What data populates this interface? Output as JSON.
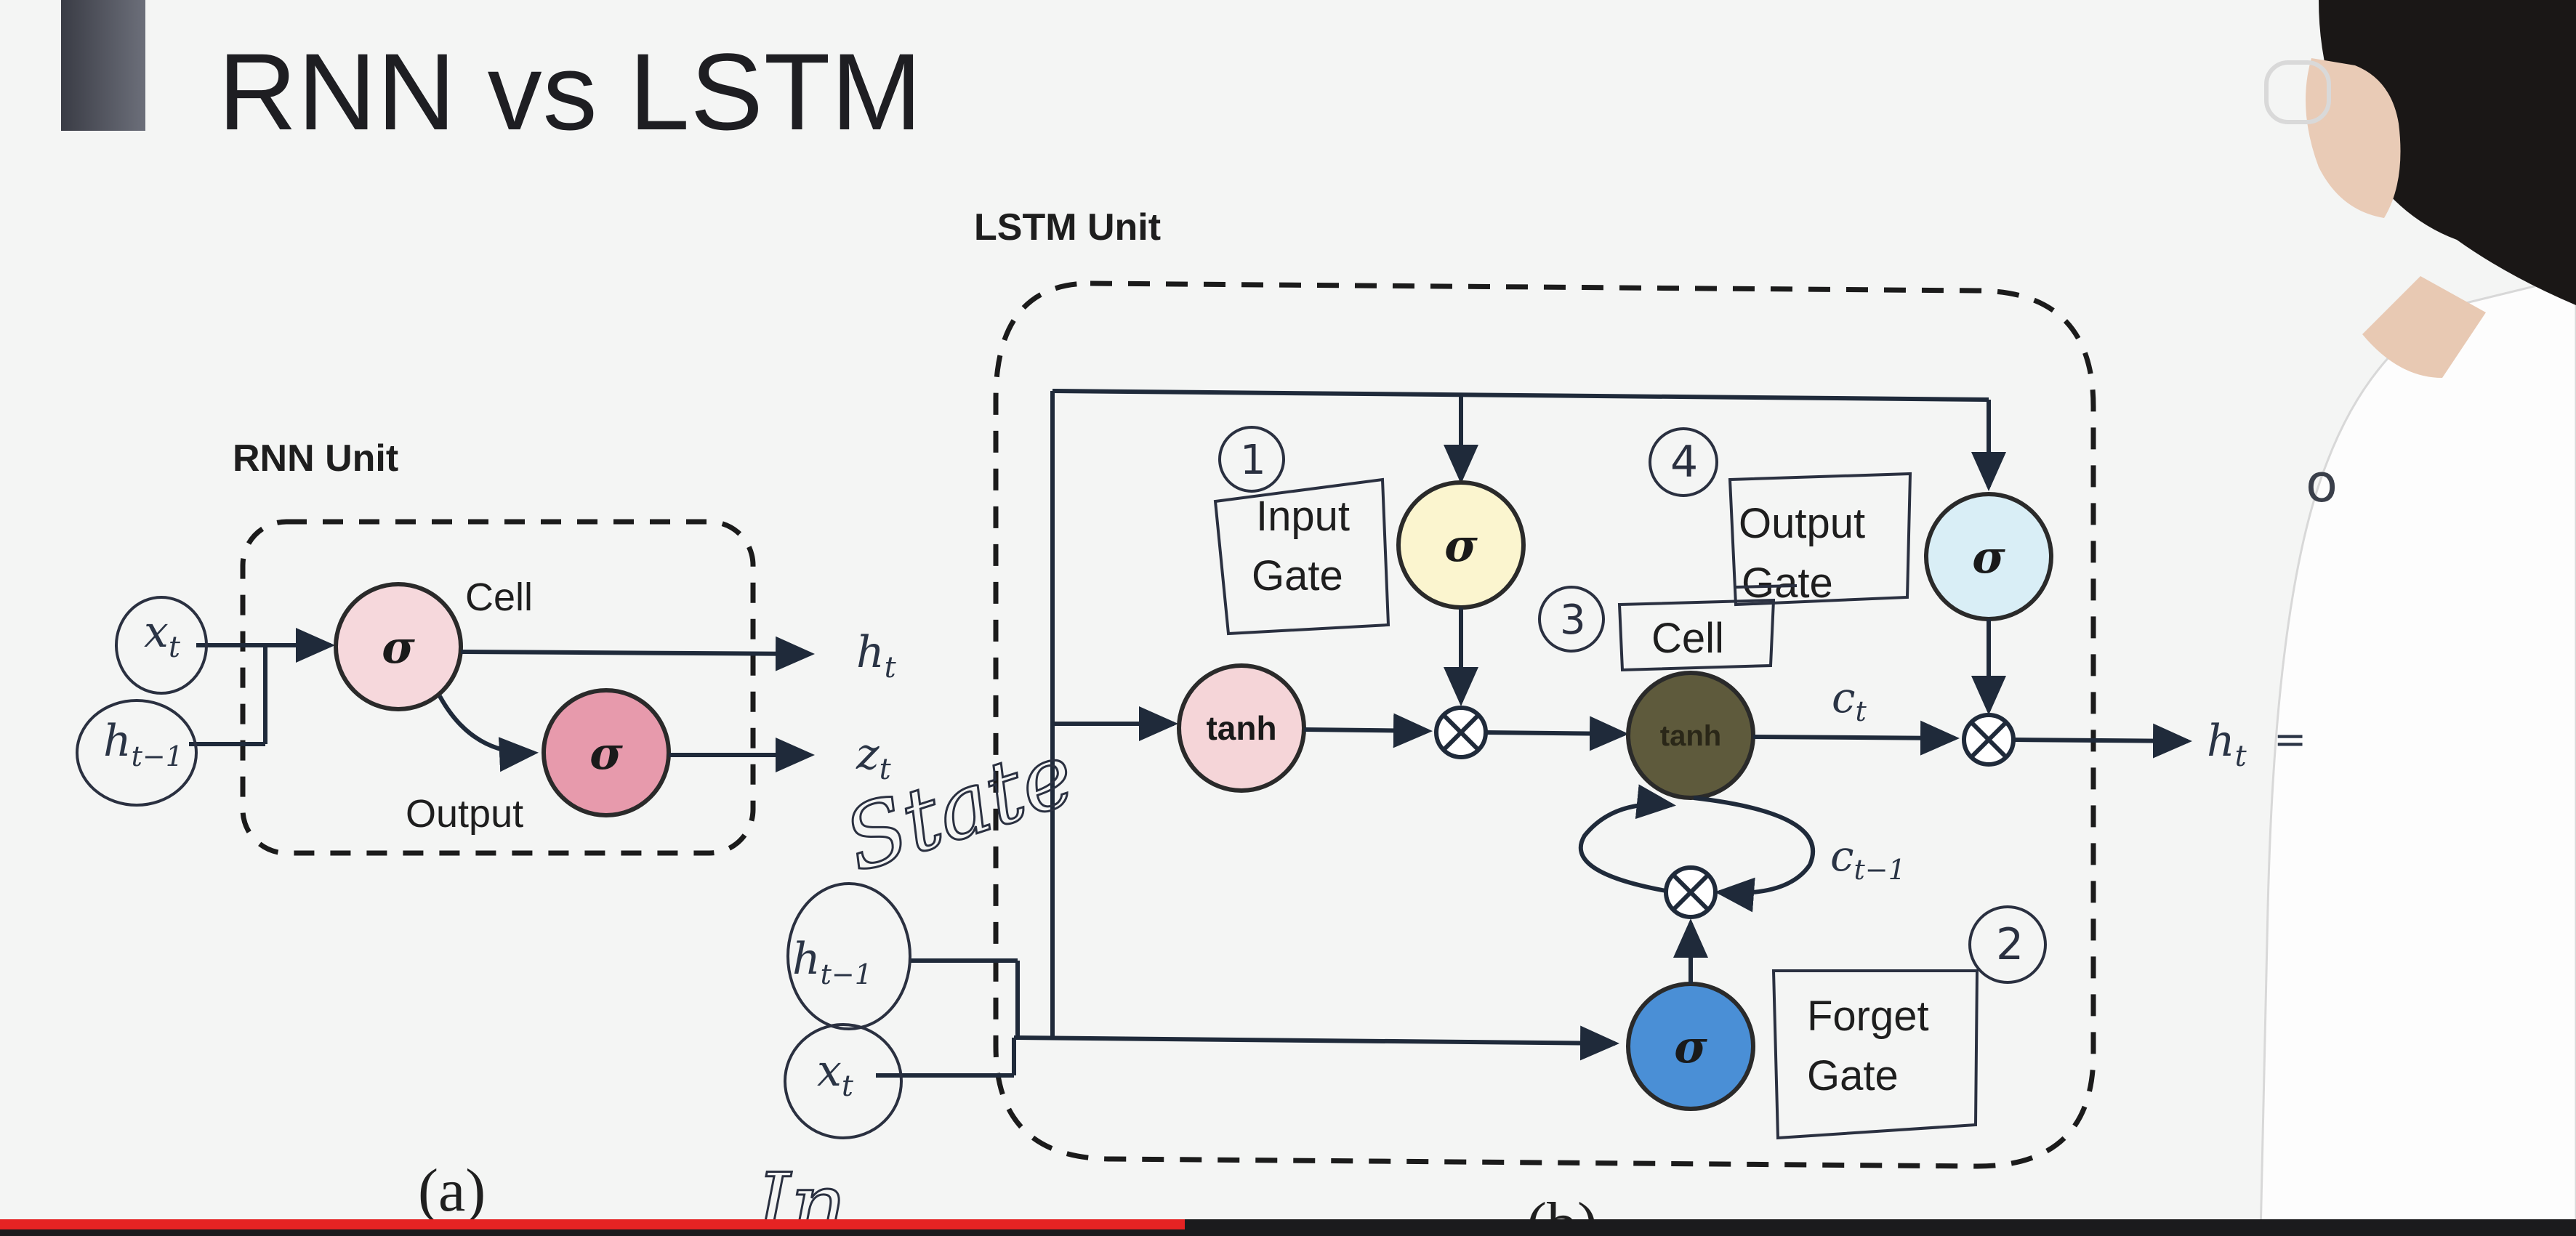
{
  "slide": {
    "title": "RNN vs LSTM"
  },
  "rnn": {
    "heading": "RNN Unit",
    "cell_label": "Cell",
    "output_label": "Output",
    "sigma": "σ",
    "in_x": "x",
    "in_x_sub": "t",
    "in_h": "h",
    "in_h_sub": "t−1",
    "out_h": "h",
    "out_h_sub": "t",
    "out_z": "z",
    "out_z_sub": "t",
    "caption": "(a)"
  },
  "lstm": {
    "heading": "LSTM Unit",
    "tanh_label": "tanh",
    "cell_tanh_label": "tanh",
    "sigma": "σ",
    "input_gate": [
      "Input",
      "Gate"
    ],
    "output_gate": [
      "Output",
      "Gate"
    ],
    "forget_gate": [
      "Forget",
      "Gate"
    ],
    "cell_label": "Cell",
    "c_t": "c",
    "c_t_sub": "t",
    "c_prev": "c",
    "c_prev_sub": "t−1",
    "out_h": "h",
    "out_h_sub": "t",
    "out_eq": "=",
    "in_h": "h",
    "in_h_sub": "t−1",
    "in_x": "x",
    "in_x_sub": "t",
    "caption": "(b)"
  },
  "handwriting": {
    "state": "State",
    "in": "In",
    "num_input": "1",
    "num_forget": "2",
    "num_cell": "3",
    "num_output": "4",
    "margin_o": "o"
  },
  "player": {
    "progress_fraction": 0.46
  },
  "colors": {
    "rnn_cell_fill": "#f6d8dc",
    "rnn_output_fill": "#e79aac",
    "lstm_tanh_fill": "#f5d5d8",
    "input_gate_fill": "#fbf5cf",
    "output_gate_fill": "#d9eef6",
    "cell_tanh_fill": "#5e5a3c",
    "forget_gate_fill": "#4a8fd6",
    "progress": "#e52323"
  }
}
